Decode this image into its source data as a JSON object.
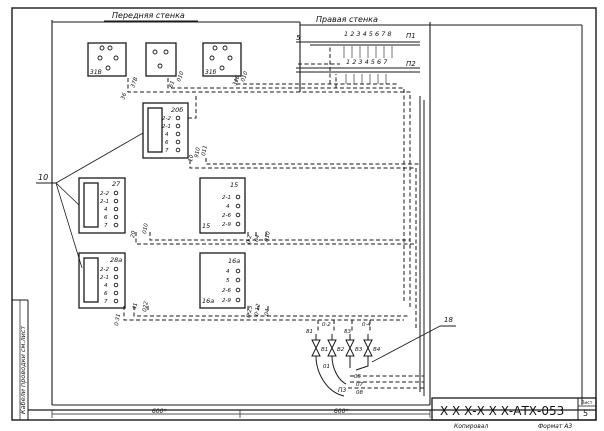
{
  "frame": {
    "stamp_code": "Х Х Х-Х Х Х-АТХ-053",
    "sheet_label": "Лист",
    "sheet_number": "5",
    "copied_label": "Копировал",
    "format_label": "Формат А3",
    "dim_left": "600*",
    "dim_right": "600*",
    "margin_text": "Кабели проводки см.лист"
  },
  "walls": {
    "front": "Передняя стенка",
    "right": "Правая стенка"
  },
  "top_devices": [
    {
      "id": "d1",
      "label": "31В",
      "wires": [
        "36",
        "37В"
      ]
    },
    {
      "id": "d2",
      "label": "",
      "wires": [
        "61",
        "010"
      ]
    },
    {
      "id": "d3",
      "label": "31б",
      "wires": [
        "31Б",
        "010"
      ]
    }
  ],
  "terminal_blocks": [
    {
      "id": "p1",
      "label": "П1",
      "left": "5",
      "numbers": "1 2 3 4 5 6 7 8"
    },
    {
      "id": "p2",
      "label": "П2",
      "left": "",
      "numbers": "1 2 3 4 5 6 7"
    }
  ],
  "instruments": [
    {
      "id": "i20b",
      "name": "20б",
      "pins": [
        "2-2",
        "2-1",
        "4",
        "6",
        "7"
      ],
      "wires": [
        "10",
        "910",
        "011"
      ]
    },
    {
      "id": "i27",
      "name": "27",
      "pins": [
        "2-2",
        "2-1",
        "4",
        "6",
        "7"
      ],
      "wires": [
        "20",
        "010"
      ]
    },
    {
      "id": "i15",
      "name": "15",
      "pins": [
        "2-1",
        "4",
        "2-6",
        "2-9"
      ],
      "name2": "15",
      "wires": [
        "0·2",
        "04",
        "010"
      ]
    },
    {
      "id": "i28a",
      "name": "28а",
      "pins": [
        "2-2",
        "2-1",
        "4",
        "6",
        "7"
      ],
      "wires": [
        "0·31",
        "41",
        "022"
      ]
    },
    {
      "id": "i16a",
      "name": "16а",
      "pins": [
        "4",
        "5",
        "2-6",
        "2-9"
      ],
      "name2": "16а",
      "wires": [
        "0·25",
        "0·12",
        "04"
      ]
    }
  ],
  "callouts": {
    "left_group": "10",
    "right_group": "18"
  },
  "valves": [
    {
      "id": "v1",
      "label": "B1",
      "wire": "81"
    },
    {
      "id": "v2",
      "label": "B2",
      "wire": "0·2"
    },
    {
      "id": "v3",
      "label": "B3",
      "wire": "83"
    },
    {
      "id": "v4",
      "label": "B4",
      "wire": "0·4"
    }
  ],
  "connector": {
    "label": "П3",
    "wires": [
      "01",
      "05",
      "07",
      "08"
    ]
  }
}
